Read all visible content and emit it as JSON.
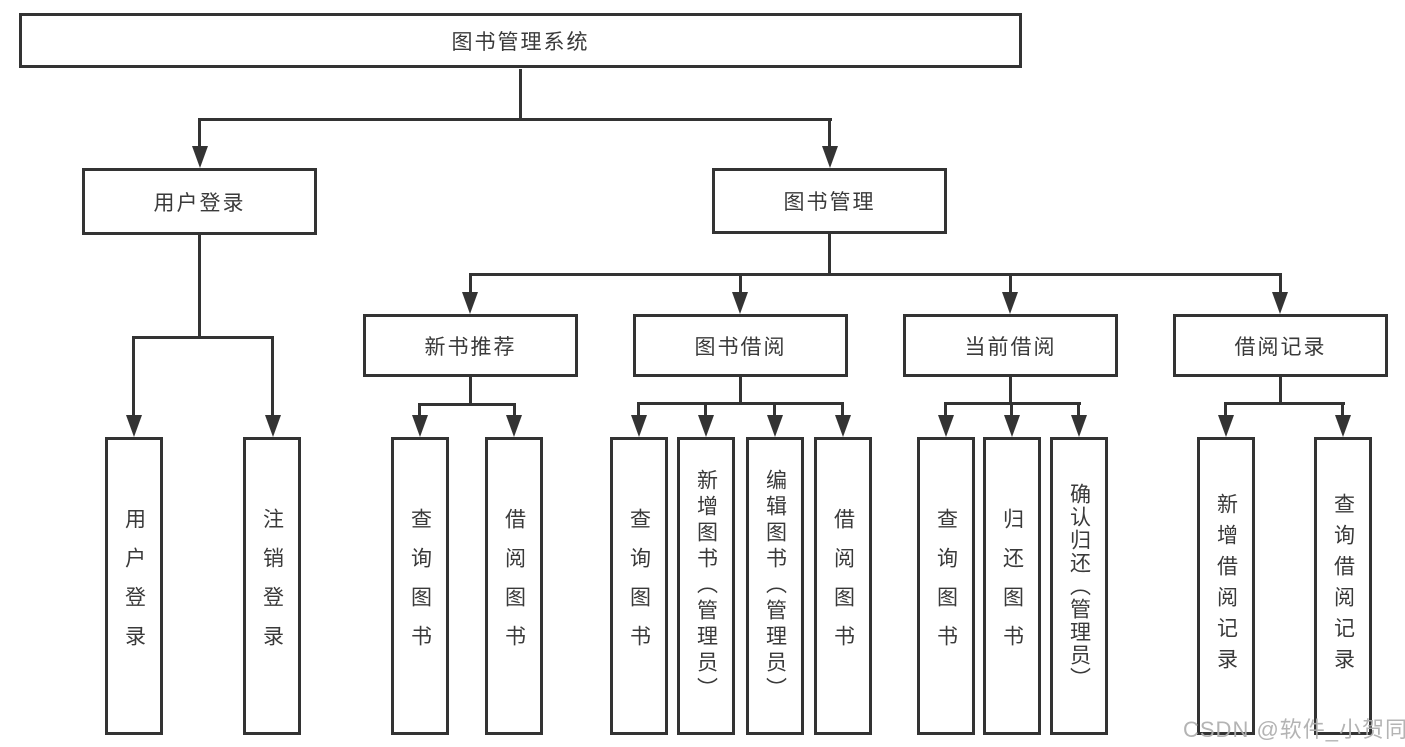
{
  "diagram_title": "图书管理系统",
  "hierarchy": {
    "label": "图书管理系统",
    "children": [
      {
        "label": "用户登录",
        "children": [
          {
            "label": "用户登录"
          },
          {
            "label": "注销登录"
          }
        ]
      },
      {
        "label": "图书管理",
        "children": [
          {
            "label": "新书推荐",
            "children": [
              {
                "label": "查询图书"
              },
              {
                "label": "借阅图书"
              }
            ]
          },
          {
            "label": "图书借阅",
            "children": [
              {
                "label": "查询图书"
              },
              {
                "label": "新增图书（管理员）"
              },
              {
                "label": "编辑图书（管理员）"
              },
              {
                "label": "借阅图书"
              }
            ]
          },
          {
            "label": "当前借阅",
            "children": [
              {
                "label": "查询图书"
              },
              {
                "label": "归还图书"
              },
              {
                "label": "确认归还（管理员）"
              }
            ]
          },
          {
            "label": "借阅记录",
            "children": [
              {
                "label": "新增借阅记录"
              },
              {
                "label": "查询借阅记录"
              }
            ]
          }
        ]
      }
    ]
  },
  "watermark": {
    "text": "CSDN @软件_小贺同学"
  },
  "colors": {
    "line": "#333333",
    "box_border": "#333333",
    "box_fill": "#ffffff",
    "text": "#3a3a3a",
    "watermark": "#b0b0b0",
    "background": "#ffffff"
  }
}
